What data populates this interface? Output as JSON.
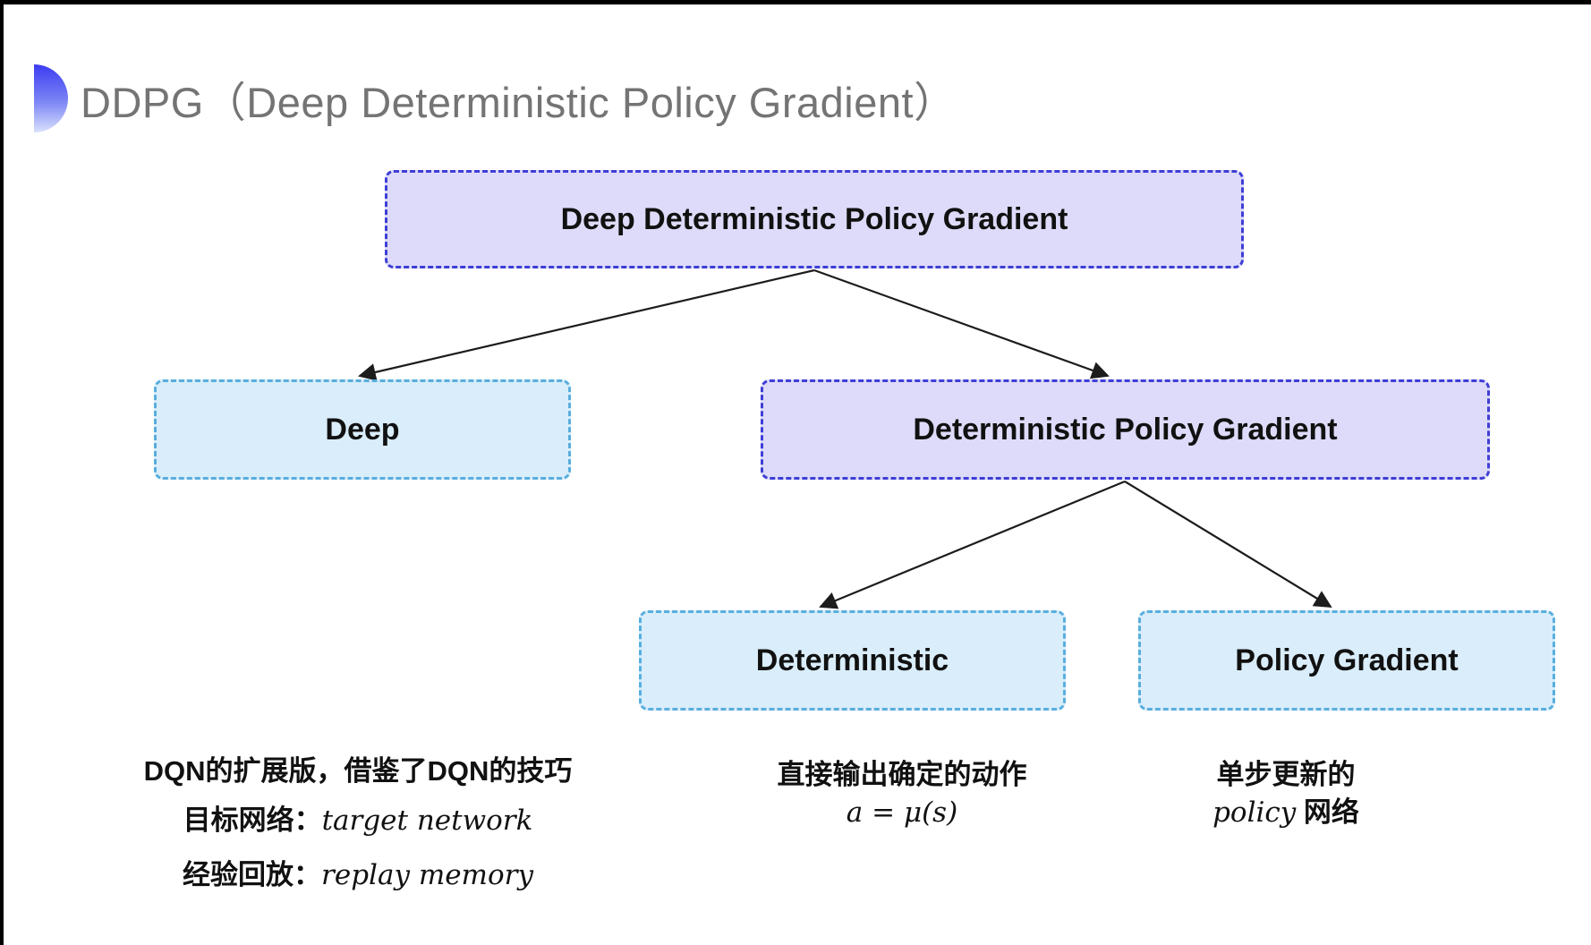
{
  "header": {
    "title": "DDPG（Deep Deterministic Policy Gradient）"
  },
  "diagram": {
    "root": {
      "label": "Deep Deterministic Policy Gradient"
    },
    "deep": {
      "label": "Deep"
    },
    "dpg": {
      "label": "Deterministic Policy Gradient"
    },
    "deterministic": {
      "label": "Deterministic"
    },
    "policy_gradient": {
      "label": "Policy Gradient"
    }
  },
  "notes": {
    "dqn": {
      "line1": "DQN的扩展版，借鉴了DQN的技巧",
      "line2_label": "目标网络：",
      "line2_term": "target network",
      "line3_label": "经验回放：",
      "line3_term": "replay memory"
    },
    "deterministic": {
      "line1": "直接输出确定的动作",
      "formula": "a = μ(s)"
    },
    "policy": {
      "line1": "单步更新的",
      "term": "policy",
      "suffix": " 网络"
    }
  },
  "colors": {
    "purple_fill": "#dddbf9",
    "purple_border": "#3e3ed6",
    "cyan_fill": "#d9edfa",
    "cyan_border": "#58aede",
    "title_gray": "#747474",
    "arrow": "#1c1c1c",
    "bullet_gradient_top": "#3c3cf0",
    "bullet_gradient_bottom": "#d9e1fc"
  }
}
